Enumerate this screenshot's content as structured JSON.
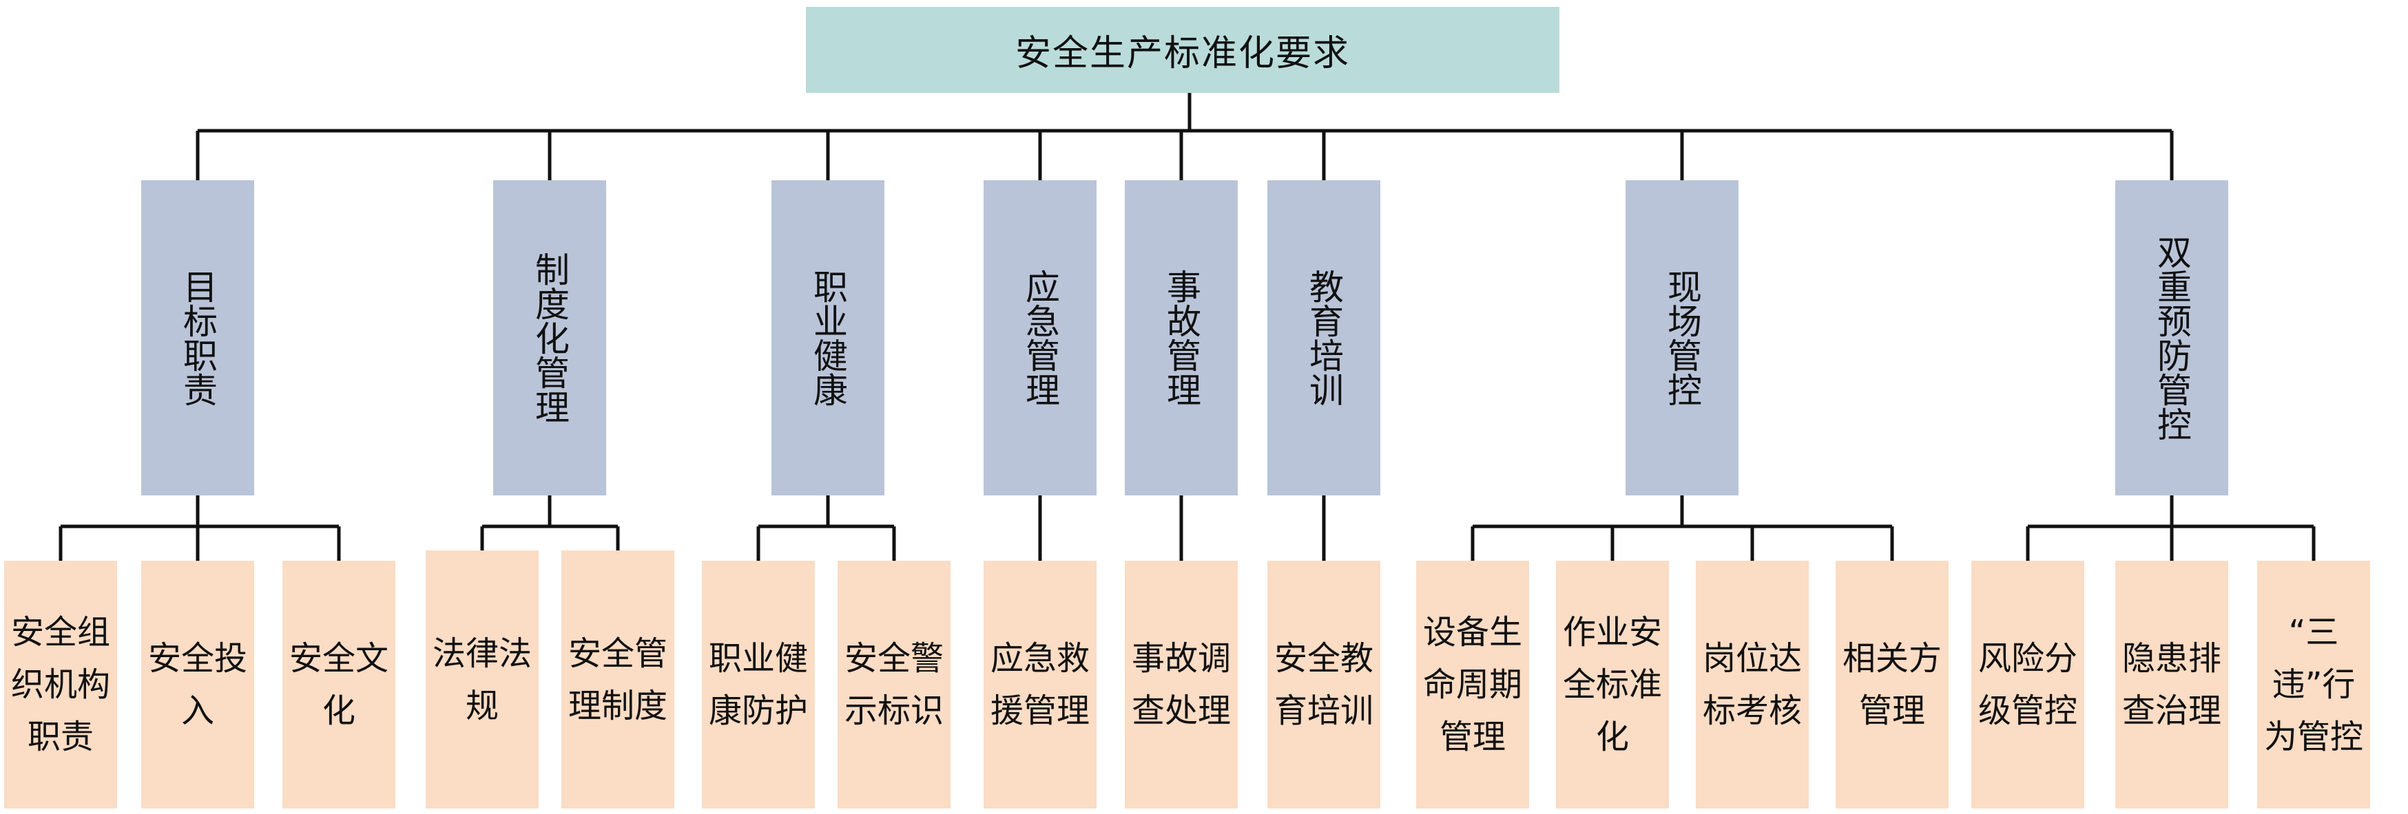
{
  "root": "安全生产标准化要求",
  "categories": [
    {
      "label": "目标职责",
      "children": [
        "安全组织机构职责",
        "安全投入",
        "安全文化"
      ]
    },
    {
      "label": "制度化管理",
      "children": [
        "法律法规",
        "安全管理制度"
      ]
    },
    {
      "label": "职业健康",
      "children": [
        "职业健康防护",
        "安全警示标识"
      ]
    },
    {
      "label": "应急管理",
      "children": [
        "应急救援管理"
      ]
    },
    {
      "label": "事故管理",
      "children": [
        "事故调查处理"
      ]
    },
    {
      "label": "教育培训",
      "children": [
        "安全教育培训"
      ]
    },
    {
      "label": "现场管控",
      "children": [
        "设备生命周期管理",
        "作业安全标准化",
        "岗位达标考核",
        "相关方管理"
      ]
    },
    {
      "label": "双重预防管控",
      "children": [
        "风险分级管控",
        "隐患排查治理",
        "“三违”行为管控"
      ]
    }
  ],
  "colors": {
    "root_fill": "#b9dcdb",
    "category_fill": "#b9c4d8",
    "leaf_fill": "#fbdcc4",
    "line": "#111111"
  }
}
